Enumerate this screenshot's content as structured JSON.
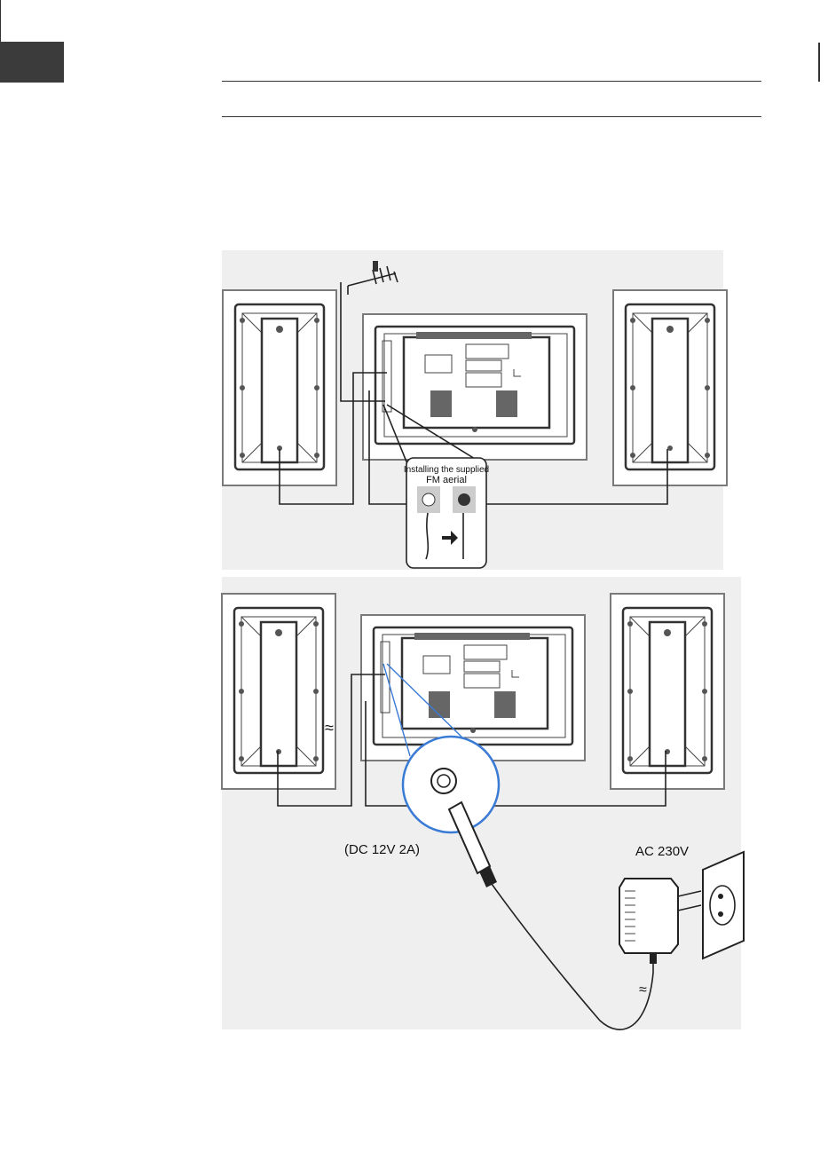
{
  "figure_top": {
    "inset_title_line1": "Installing the supplied",
    "inset_title_line2": "FM aerial"
  },
  "figure_bottom": {
    "dc_label": "(DC 12V 2A)",
    "ac_label": "AC 230V",
    "approx_symbol": "≈"
  },
  "icons": {
    "antenna": "fm-antenna-icon",
    "plug": "dc-plug-icon",
    "adapter": "power-adapter-icon",
    "socket": "wall-socket-icon"
  }
}
